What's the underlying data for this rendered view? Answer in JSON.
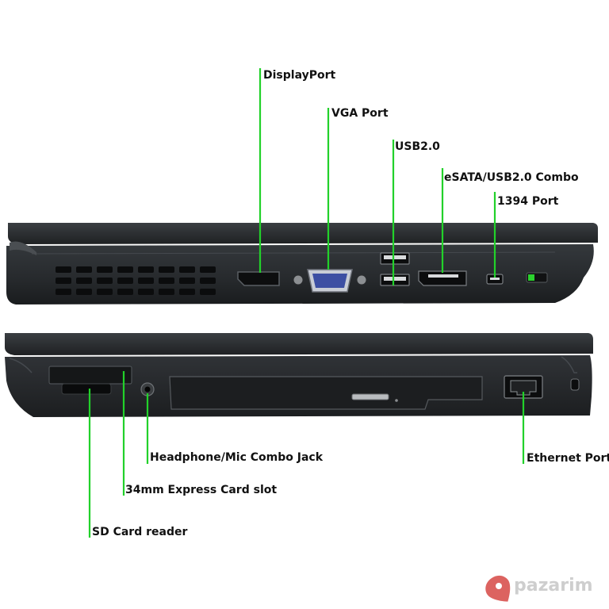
{
  "colors": {
    "leader": "#22d12a",
    "chassis": "#2b2e31",
    "chassis_dark": "#17191b",
    "watermark": "#c9c9c9",
    "watermark_pin": "#d9534f"
  },
  "labels": {
    "displayport": "DisplayPort",
    "vga": "VGA Port",
    "usb": "USB2.0",
    "esata": "eSATA/USB2.0 Combo",
    "firewire": "1394 Port",
    "headphone": "Headphone/Mic Combo Jack",
    "expresscard": "34mm Express Card slot",
    "sdcard": "SD Card reader",
    "ethernet": "Ethernet Port"
  },
  "watermark": {
    "text": "pazarim",
    "icon": "location-pin-icon"
  }
}
